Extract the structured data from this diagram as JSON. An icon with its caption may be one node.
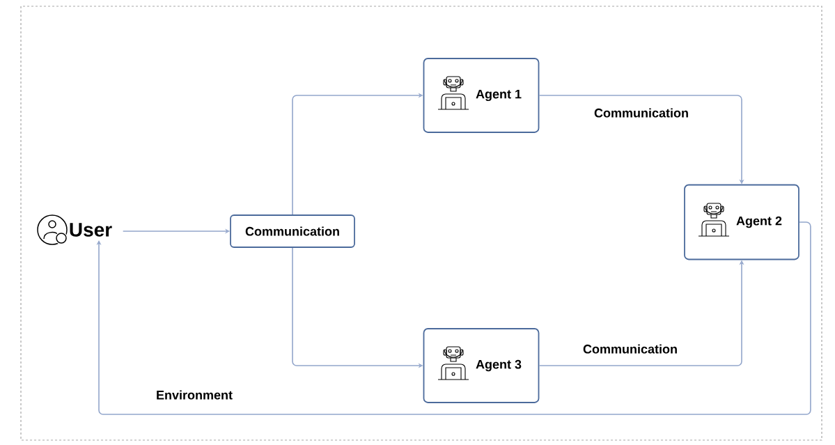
{
  "diagram": {
    "nodes": [
      {
        "text": [
          "User"
        ]
      },
      {
        "text": [
          "Communication"
        ]
      },
      {
        "text": [
          "Agent 1"
        ]
      },
      {
        "text": [
          "Agent 2"
        ]
      },
      {
        "text": [
          "Agent 3"
        ]
      }
    ],
    "edges": [
      {
        "from": 0,
        "to": 1,
        "arrow": "to"
      },
      {
        "from": 1,
        "to": 2,
        "arrow": "to"
      },
      {
        "from": 1,
        "to": 4,
        "arrow": "to"
      },
      {
        "from": 2,
        "to": 3,
        "arrow": "to",
        "label": "Communication"
      },
      {
        "from": 4,
        "to": 3,
        "arrow": "to",
        "label": "Communication"
      },
      {
        "from": 3,
        "to": 0,
        "arrow": "to",
        "label": "Environment"
      }
    ]
  }
}
